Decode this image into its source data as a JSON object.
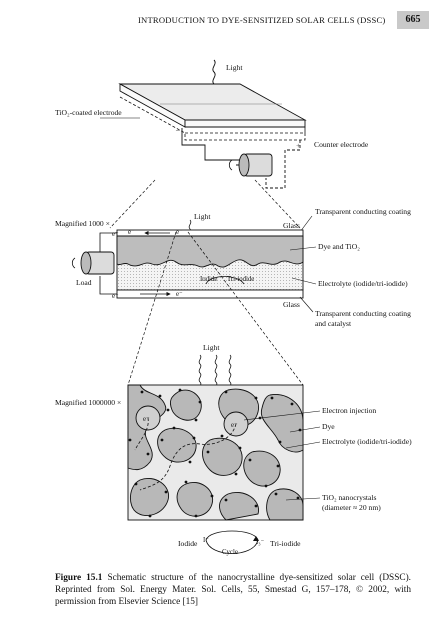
{
  "header": {
    "title": "INTRODUCTION TO DYE-SENSITIZED SOLAR CELLS (DSSC)",
    "page_number": "665"
  },
  "figure": {
    "top": {
      "light": "Light",
      "tio2_electrode": "TiO₂-coated electrode",
      "minus": "–",
      "plus": "+",
      "counter_electrode": "Counter electrode"
    },
    "middle": {
      "magnified": "Magnified 1000 ×",
      "light": "Light",
      "glass_top": "Glass",
      "glass_bottom": "Glass",
      "tcc_top": "Transparent conducting coating",
      "dye_tio2": "Dye and TiO₂",
      "electrolyte": "Electrolyte (iodide/tri-iodide)",
      "tcc_bottom_1": "Transparent conducting coating",
      "tcc_bottom_2": "and catalyst",
      "iodide": "Iodide",
      "triiodide": "Tri-iodide",
      "load": "Load",
      "e1": "e⁻",
      "e2": "e⁻",
      "e3": "e⁻",
      "e4": "e⁻",
      "e5": "e⁻"
    },
    "bottom": {
      "magnified": "Magnified 1000000 ×",
      "light": "Light",
      "electron_injection": "Electron injection",
      "dye": "Dye",
      "electrolyte": "Electrolyte (iodide/tri-iodide)",
      "tio2_nano_1": "TiO₂ nanocrystals",
      "tio2_nano_2": "(diameter ≈ 20 nm)",
      "e_left": "e⁻",
      "e_right": "e⁻",
      "iodide": "Iodide",
      "i_minus": "I⁻",
      "i3_minus": "I₃⁻",
      "triiodide": "Tri-iodide",
      "cycle": "Cycle"
    }
  },
  "caption": {
    "label": "Figure 15.1",
    "text": "Schematic structure of the nanocrystalline dye-sensitized solar cell (DSSC). Reprinted from Sol. Energy Mater. Sol. Cells, 55, Smestad G, 157–178, © 2002, with permission from Elsevier Science [15]"
  }
}
